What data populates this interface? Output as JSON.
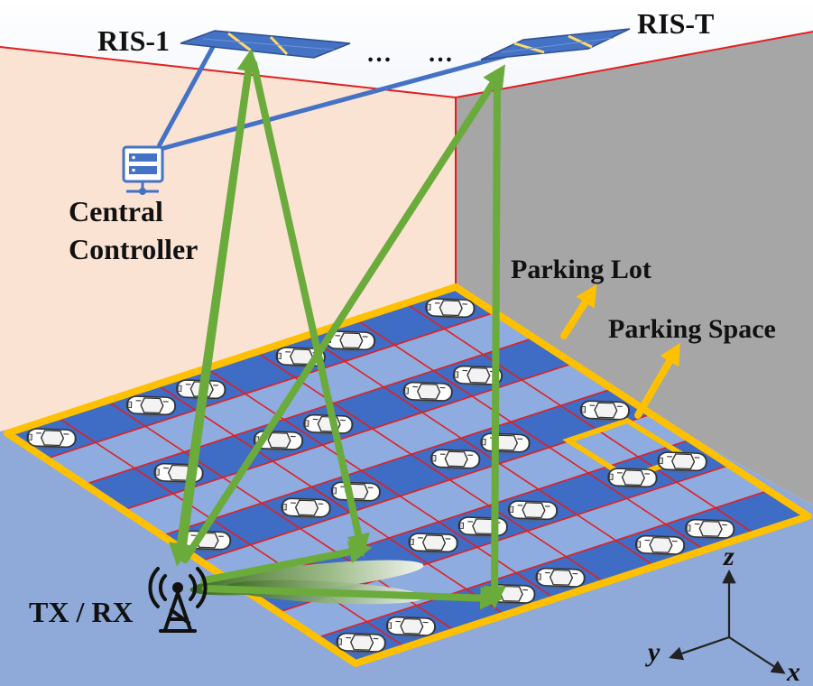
{
  "labels": {
    "ris_first": "RIS-1",
    "ris_last": "RIS-T",
    "ellipsis_a": "…",
    "ellipsis_b": "…",
    "controller_line1": "Central",
    "controller_line2": "Controller",
    "parking_lot": "Parking Lot",
    "parking_space": "Parking Space",
    "txrx": "TX / RX",
    "axis_z": "z",
    "axis_y": "y",
    "axis_x": "x"
  },
  "colors": {
    "beam_arrow": "#6aab3c",
    "control_link": "#4472c4",
    "lot_border": "#ffc000",
    "grid_line": "#e02020",
    "space_dark": "#3f6cc4",
    "space_light": "#8eacdf",
    "left_wall": "#fbe3d4",
    "right_wall": "#a6a6a6",
    "floor": "#8fa9d9",
    "ceiling_edge": "#e02020"
  },
  "icons": [
    "server-icon",
    "antenna-icon",
    "car-icon",
    "ris-panel-icon"
  ]
}
